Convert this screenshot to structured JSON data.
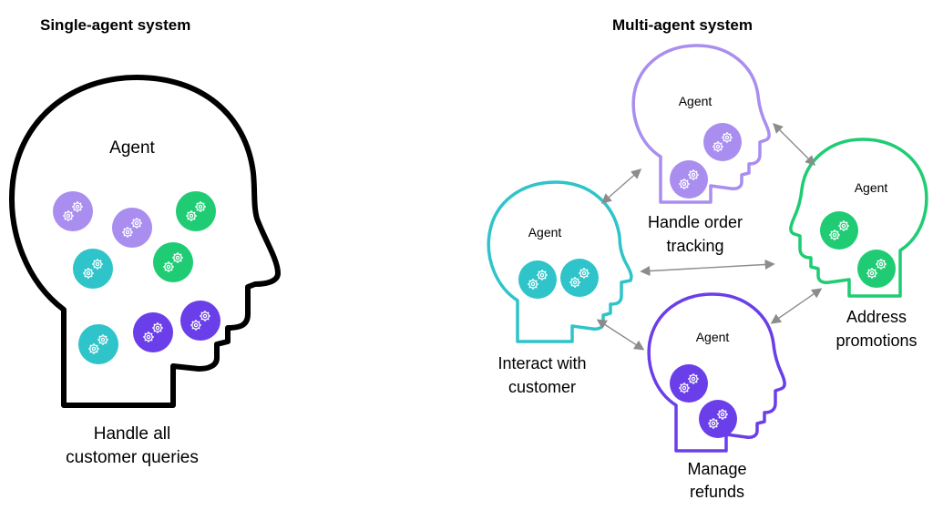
{
  "titles": {
    "single": "Single-agent system",
    "multi": "Multi-agent system"
  },
  "single_agent": {
    "head_label": "Agent",
    "caption_line1": "Handle all",
    "caption_line2": "customer queries"
  },
  "multi_agent": {
    "interact": {
      "head_label": "Agent",
      "caption_line1": "Interact with",
      "caption_line2": "customer"
    },
    "tracking": {
      "head_label": "Agent",
      "caption_line1": "Handle order",
      "caption_line2": "tracking"
    },
    "promotions": {
      "head_label": "Agent",
      "caption_line1": "Address",
      "caption_line2": "promotions"
    },
    "refunds": {
      "head_label": "Agent",
      "caption_line1": "Manage",
      "caption_line2": "refunds"
    }
  },
  "colors": {
    "light_purple": "#a98ef0",
    "teal": "#2ec4c9",
    "green": "#1fcc73",
    "violet": "#6a3ee8",
    "arrow": "#8c8c8c",
    "outline_single": "#000000"
  },
  "icons": [
    "head-outline-icon",
    "gear-pair-icon",
    "double-arrow-icon"
  ]
}
